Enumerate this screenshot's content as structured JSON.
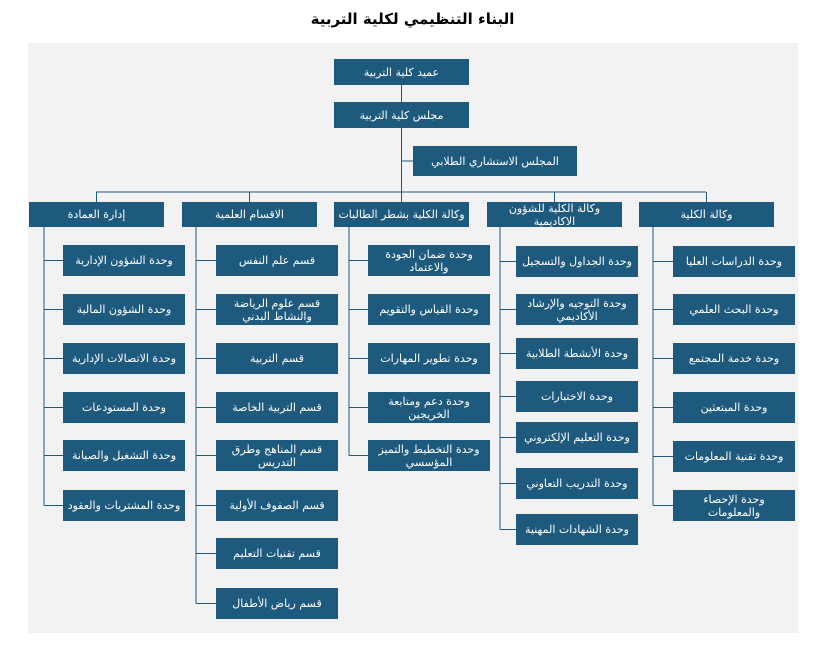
{
  "title": "البناء التنظيمي لكلية التربية",
  "line_color": "#1e5a7e",
  "box_color": "#1e5a7e",
  "top": {
    "dean": "عميد كلية التربية",
    "council": "مجلس كلية التربية",
    "student_council": "المجلس الاستشاري الطلابي"
  },
  "branches": [
    {
      "label": "وكالة الكلية",
      "units": [
        "وحدة الدراسات العليا",
        "وحدة البحث العلمي",
        "وحدة خدمة المجتمع",
        "وحدة المبتعثين",
        "وحدة تقنية المعلومات",
        "وحدة الإحصاء والمعلومات"
      ]
    },
    {
      "label": "وكالة الكلية للشؤون الاكاديمية",
      "units": [
        "وحدة الجداول والتسجيل",
        "وحدة التوجيه والإرشاد الأكاديمي",
        "وحدة الأنشطة الطلابية",
        "وحدة الاختبارات",
        "وحدة التعليم الإلكتروني",
        "وحدة التدريب التعاوني",
        "وحدة الشهادات المهنية"
      ]
    },
    {
      "label": "وكالة الكلية بشطر الطالبات",
      "units": [
        "وحدة ضمان الجودة والاعتماد",
        "وحدة القياس والتقويم",
        "وحدة تطوير المهارات",
        "وحدة دعم ومتابعة الخريجين",
        "وحدة التخطيط والتميز المؤسسي"
      ]
    },
    {
      "label": "الاقسام العلمية",
      "units": [
        "قسم علم النفس",
        "قسم علوم الرياضة والنشاط البدني",
        "قسم التربية",
        "قسم التربية الخاصة",
        "قسم المناهج وطرق التدريس",
        "قسم الصفوف الأولية",
        "قسم تقنيات التعليم",
        "قسم رياض الأطفال"
      ]
    },
    {
      "label": "إدارة العمادة",
      "units": [
        "وحدة الشؤون الإدارية",
        "وحدة الشؤون المالية",
        "وحدة الاتصالات الإدارية",
        "وحدة المستودعات",
        "وحدة التشغيل والصيانة",
        "وحدة المشتريات والعقود"
      ]
    }
  ]
}
